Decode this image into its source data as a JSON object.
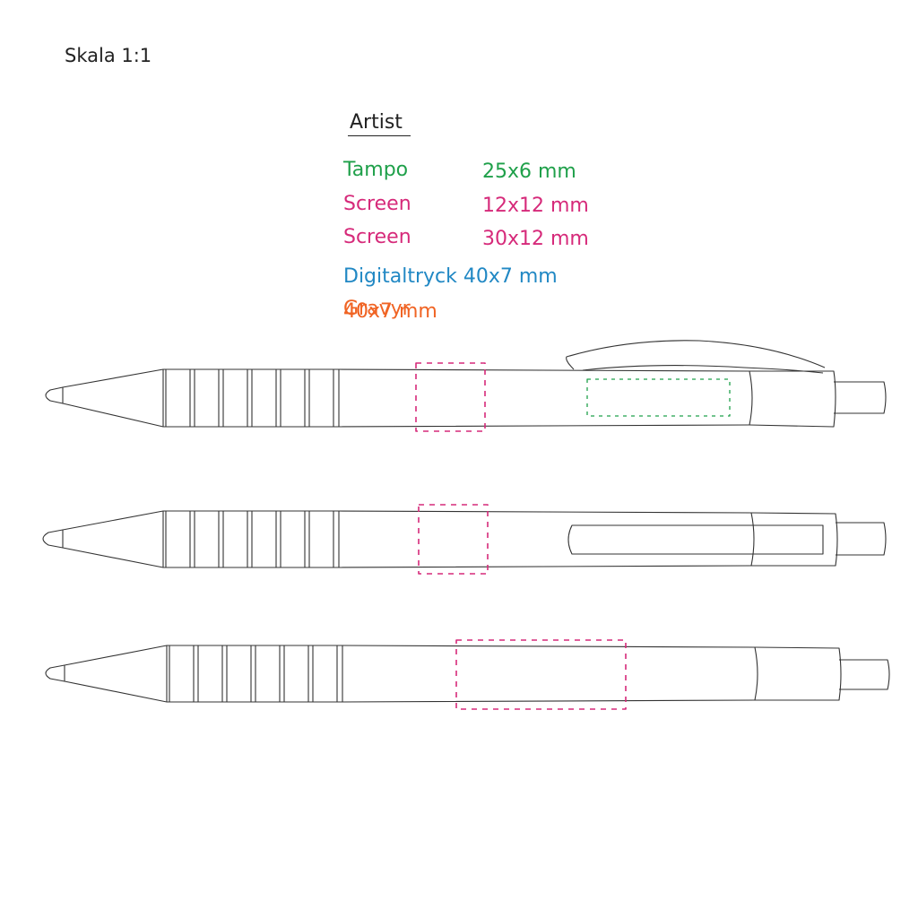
{
  "scale_label": "Skala 1:1",
  "title": "Artist",
  "methods": {
    "tampo": {
      "name": "Tampo",
      "size": "25x6 mm",
      "color": "#1fa04a"
    },
    "screen1": {
      "name": "Screen",
      "size": "12x12 mm",
      "color": "#d62a7a"
    },
    "screen2": {
      "name": "Screen",
      "size": "30x12 mm",
      "color": "#d62a7a"
    },
    "digital": {
      "name": "Digitaltryck 40x7 mm",
      "color": "#2188c4"
    },
    "gravyr": {
      "name": "Gravyr",
      "size": "40x7 mm",
      "color": "#f06424"
    }
  }
}
